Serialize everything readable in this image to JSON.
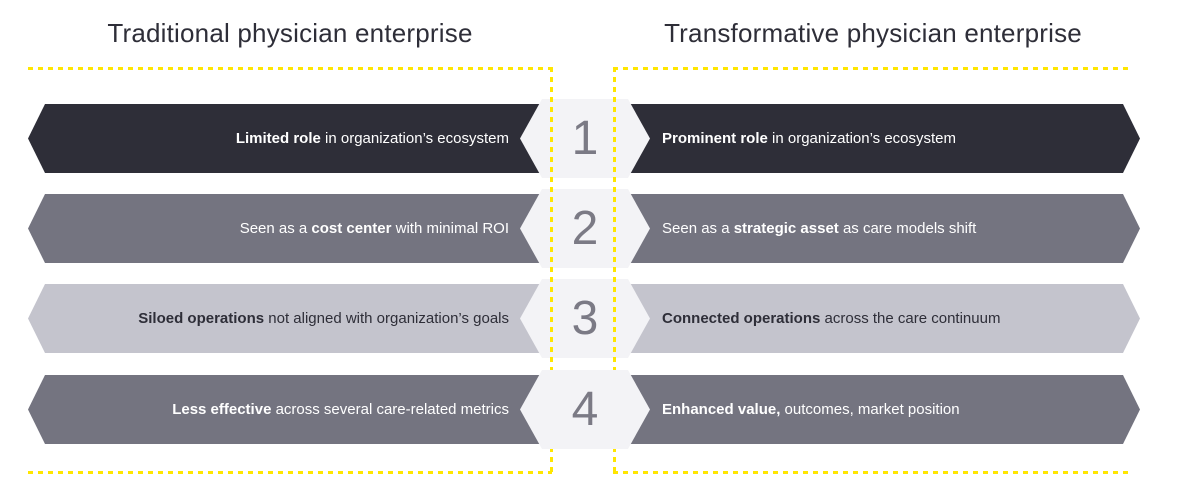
{
  "columns": {
    "left_title": "Traditional physician enterprise",
    "right_title": "Transformative physician enterprise"
  },
  "rows": [
    {
      "number": "1",
      "left": {
        "pre": "",
        "bold": "Limited role",
        "post": " in organization’s ecosystem"
      },
      "right": {
        "pre": "",
        "bold": "Prominent role",
        "post": " in organization’s ecosystem"
      }
    },
    {
      "number": "2",
      "left": {
        "pre": "Seen as a ",
        "bold": "cost center",
        "post": " with minimal ROI"
      },
      "right": {
        "pre": "Seen as a ",
        "bold": "strategic asset",
        "post": " as care models shift"
      }
    },
    {
      "number": "3",
      "left": {
        "pre": "",
        "bold": "Siloed operations",
        "post": " not aligned with organization’s goals"
      },
      "right": {
        "pre": "",
        "bold": "Connected operations",
        "post": " across the care continuum"
      }
    },
    {
      "number": "4",
      "left": {
        "pre": "",
        "bold": "Less effective",
        "post": " across several care-related metrics"
      },
      "right": {
        "pre": "",
        "bold": "Enhanced value,",
        "post": " outcomes, market position"
      }
    }
  ],
  "colors": {
    "accent_yellow": "#ffe600",
    "band_dark": "#2e2e38",
    "band_gray": "#747480",
    "band_light_gray": "#c4c4cd",
    "hexagon_fill": "#f3f3f6",
    "number_text": "#7b7a85",
    "title_text": "#2e2e38"
  }
}
